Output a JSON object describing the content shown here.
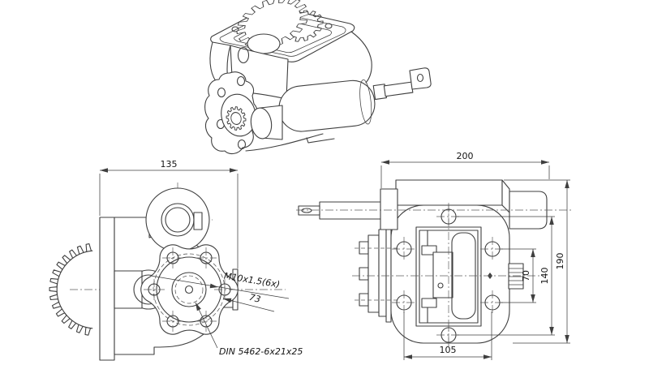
{
  "drawing": {
    "background": "#ffffff",
    "line_color": "#3f3f3f",
    "text_color": "#141414",
    "views": {
      "front": {
        "width_dim": "135",
        "thread_label": "M10x1.5(6x)",
        "bolt_circle_label": " 73",
        "spline_label": "DIN 5462-6x21x25"
      },
      "side": {
        "width_dim": "200",
        "height_dim": "190",
        "hole_span_vertical_dim": "140",
        "hub_dim": "70",
        "hole_span_horizontal_dim": "105"
      }
    }
  }
}
